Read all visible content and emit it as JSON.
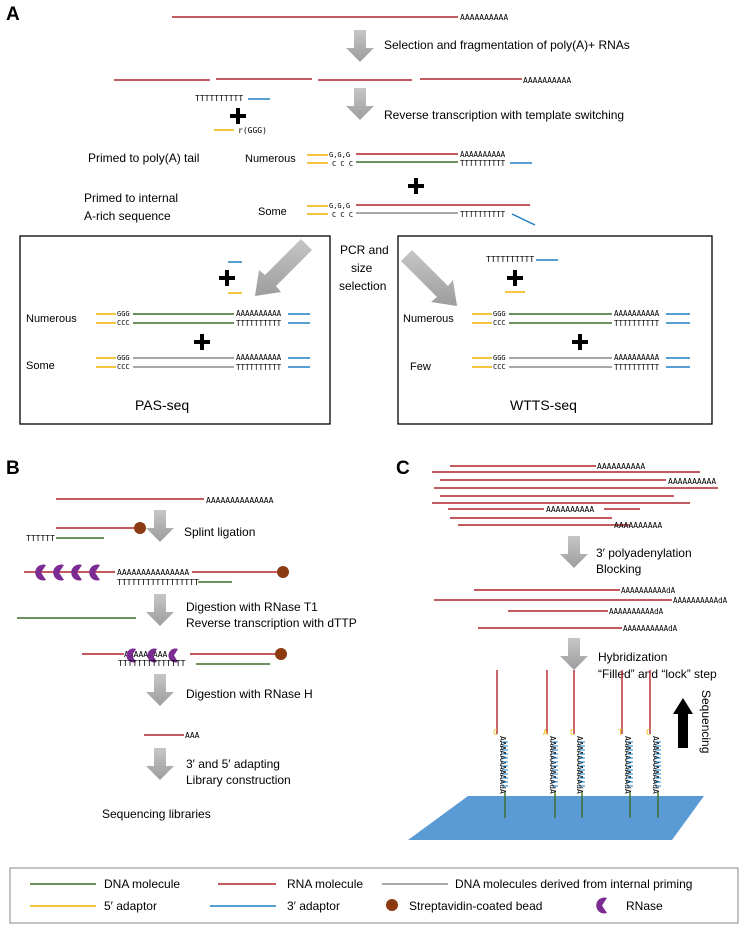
{
  "panels": {
    "a": "A",
    "b": "B",
    "c": "C"
  },
  "seq": {
    "polyA": "AAAAAAAAAA",
    "polyA_long": "AAAAAAAAAAAAAA",
    "polyT": "TTTTTTTTTT",
    "polyT_short": "TTTTTT",
    "polyT_long": "TTTTTTTTTTTTTTTTT",
    "polyA_dA": "AAAAAAAAAAdA",
    "aaa": "AAA",
    "rggg": "r(GGG)",
    "ggg_top": "G,G,G",
    "ccc": "C C C",
    "ggg": "GGG",
    "ccc2": "CCC",
    "beads_seq": "AAAAAAAAAAAAAAA",
    "t1_seq": "AAAAAAAAA",
    "t1_t": "TTTTTTTTTTTTTT"
  },
  "a": {
    "step1": "Selection and fragmentation of poly(A)+ RNAs",
    "step2": "Reverse transcription with template switching",
    "primed_polyA": "Primed to poly(A) tail",
    "primed_internal_1": "Primed to internal",
    "primed_internal_2": "A-rich sequence",
    "numerous": "Numerous",
    "some": "Some",
    "few": "Few",
    "pcr_1": "PCR and",
    "pcr_2": "size",
    "pcr_3": "selection",
    "pas_seq": "PAS-seq",
    "wtts_seq": "WTTS-seq"
  },
  "b": {
    "step1": "Splint ligation",
    "step2_1": "Digestion with RNase T1",
    "step2_2": "Reverse transcription with dTTP",
    "step3": "Digestion with RNase H",
    "step4_1": "3′ and 5′ adapting",
    "step4_2": "Library construction",
    "final": "Sequencing libraries"
  },
  "c": {
    "step1_1": "3′ polyadenylation",
    "step1_2": "Blocking",
    "step2_1": "Hybridization",
    "step2_2": "“Filled” and “lock” step",
    "sequencing": "Sequencing",
    "probe_seq": "AAAAAAAAAAdA",
    "probe_tops": [
      "C",
      "A",
      "C",
      "T",
      "C"
    ]
  },
  "legend": {
    "dna": "DNA molecule",
    "rna": "RNA molecule",
    "internal": "DNA molecules derived from internal priming",
    "adaptor5": "5′ adaptor",
    "adaptor3": "3′ adaptor",
    "bead": "Streptavidin-coated bead",
    "rnase": "RNase"
  },
  "colors": {
    "rna": "#b0232a",
    "dna": "#3f6b2a",
    "internal": "#8c8c8c",
    "adaptor5": "#f0b400",
    "adaptor3": "#1f7fc4",
    "bead": "#8b3a12",
    "rnase": "#7b2b92",
    "arrow": "#b5b5b5",
    "flowcell": "#5b9bd5"
  }
}
